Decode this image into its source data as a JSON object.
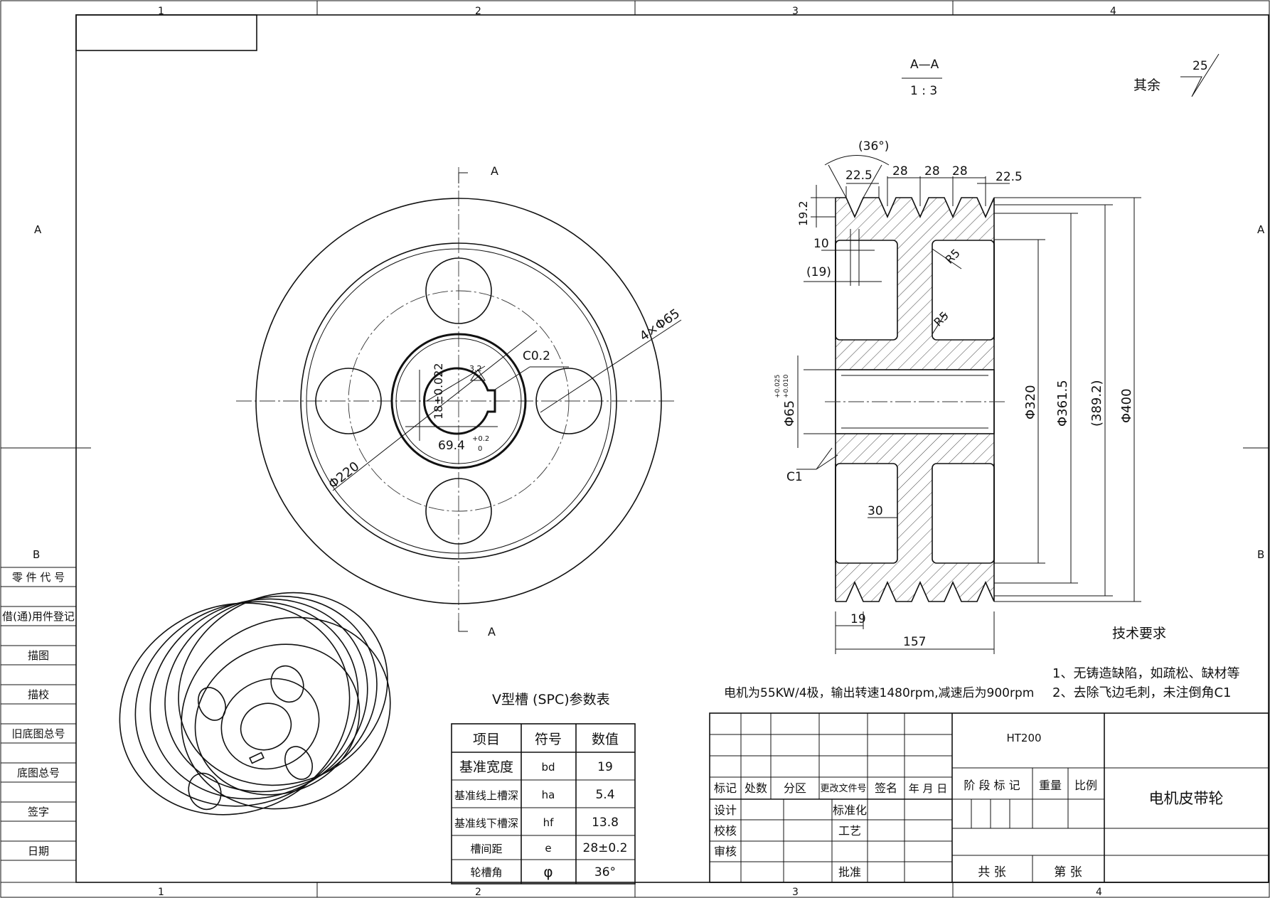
{
  "sheet": {
    "zone_cols_top": [
      "1",
      "2",
      "3",
      "4"
    ],
    "zone_cols_bottom": [
      "1",
      "2",
      "3",
      "4"
    ],
    "zone_rows_left": [
      "A",
      "B"
    ],
    "zone_rows_right": [
      "A",
      "B"
    ],
    "side_fields": [
      "零 件 代 号",
      "借(通)用件登记",
      "描图",
      "描校",
      "旧底图总号",
      "底图总号",
      "签字",
      "日期"
    ]
  },
  "front_view": {
    "section_mark": "A",
    "dim_holes": "4×Φ65",
    "dim_chamfer": "C0.2",
    "dim_pitch_circle": "Φ220",
    "dim_keyway_width": "18±0.022",
    "dim_keyway_depth": "69.4",
    "dim_keyway_tol": "+0.2",
    "dim_keyway_tol_low": "0",
    "roughness_key": "3.2"
  },
  "section_view": {
    "title": "A—A",
    "scale": "1 : 3",
    "dim_angle": "(36°)",
    "dim_first_groove": "22.5",
    "dim_pitch_1": "28",
    "dim_pitch_2": "28",
    "dim_pitch_3": "28",
    "dim_last_groove": "22.5",
    "dim_groove_depth": "19.2",
    "dim_web_10": "10",
    "dim_web_19": "(19)",
    "dim_r5_upper": "R5",
    "dim_r5_lower": "R5",
    "dim_bore": "Φ65",
    "dim_bore_tol_high": "+0.025",
    "dim_bore_tol_low": "+0.010",
    "dim_chamfer": "C1",
    "dim_web_30": "30",
    "dim_bottom_19": "19",
    "dim_width": "157",
    "dim_d320": "Φ320",
    "dim_d361": "Φ361.5",
    "dim_d389": "(389.2)",
    "dim_d400": "Φ400"
  },
  "roughness": {
    "label": "其余",
    "value": "25"
  },
  "tech_req": {
    "title": "技术要求",
    "items": [
      "1、无铸造缺陷，如疏松、缺材等",
      "2、去除飞边毛刺，未注倒角C1"
    ]
  },
  "motor_note": "电机为55KW/4极，输出转速1480rpm,减速后为900rpm",
  "vgroove_table": {
    "title": "V型槽 (SPC)参数表",
    "headers": [
      "项目",
      "符号",
      "数值"
    ],
    "rows": [
      [
        "基准宽度",
        "bd",
        "19"
      ],
      [
        "基准线上槽深",
        "ha",
        "5.4"
      ],
      [
        "基准线下槽深",
        "hf",
        "13.8"
      ],
      [
        "槽间距",
        "e",
        "28±0.2"
      ],
      [
        "轮槽角",
        "φ",
        "36°"
      ]
    ]
  },
  "title_block": {
    "material": "HT200",
    "part_name": "电机皮带轮",
    "rev_headers": [
      "标记",
      "处数",
      "分区",
      "更改文件号",
      "签名",
      "年 月 日"
    ],
    "sign_labels": [
      "设计",
      "校核",
      "审核"
    ],
    "std_labels": [
      "标准化",
      "工艺",
      "批准"
    ],
    "stage_label": "阶 段 标 记",
    "weight_label": "重量",
    "scale_label": "比例",
    "sheets_label": "共   张",
    "sheet_no_label": "第   张"
  }
}
